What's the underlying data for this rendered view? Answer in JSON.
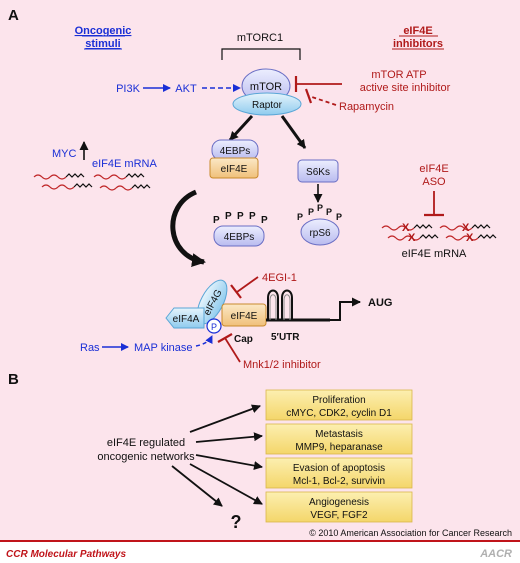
{
  "panel_a": {
    "label": "A",
    "oncogenic_stimuli": [
      "Oncogenic",
      "stimuli"
    ],
    "mtorc1": "mTORC1",
    "eif4e_inhibitors": [
      "eIF4E",
      "inhibitors"
    ],
    "pi3k": "PI3K",
    "akt": "AKT",
    "mtor": "mTOR",
    "raptor": "Raptor",
    "mtor_atp_inhibitor": [
      "mTOR ATP",
      "active site inhibitor"
    ],
    "rapamycin": "Rapamycin",
    "myc": "MYC",
    "eif4e_mrna_up": "eIF4E mRNA",
    "ebps": "4EBPs",
    "eif4e": "eIF4E",
    "s6ks": "S6Ks",
    "eif4e_aso": [
      "eIF4E",
      "ASO"
    ],
    "ebps_p": "4EBPs",
    "rps6": "rpS6",
    "phospho": "P",
    "eif4e_mrna_target": "eIF4E mRNA",
    "mrna_x": "X",
    "egi1": "4EGI-1",
    "eif4g": "eIF4G",
    "eif4a": "eIF4A",
    "eif4e_cap": "eIF4E",
    "cap": "Cap",
    "utr": "5′UTR",
    "aug": "AUG",
    "ras": "Ras",
    "map_kinase": "MAP kinase",
    "mnk_inhibitor": "Mnk1/2 inhibitor"
  },
  "panel_b": {
    "label": "B",
    "network": [
      "eIF4E regulated",
      "oncogenic networks"
    ],
    "question": "?",
    "boxes": [
      {
        "title": "Proliferation",
        "detail": "cMYC, CDK2, cyclin D1"
      },
      {
        "title": "Metastasis",
        "detail": "MMP9, heparanase"
      },
      {
        "title": "Evasion of apoptosis",
        "detail": "Mcl-1, Bcl-2, survivin"
      },
      {
        "title": "Angiogenesis",
        "detail": "VEGF, FGF2"
      }
    ],
    "copyright": "© 2010 American Association for Cancer Research"
  },
  "footer": {
    "journal": "CCR Molecular Pathways",
    "logo": "AACR"
  },
  "colors": {
    "background": "#fce4ec",
    "blue": "#1a2fd6",
    "red": "#b01a1a",
    "yellow": "#f8e38a",
    "lightblue": "#aed8f2",
    "orange": "#f5d6a3",
    "lavender": "#d6d7f5",
    "footer_red": "#c0141a"
  }
}
